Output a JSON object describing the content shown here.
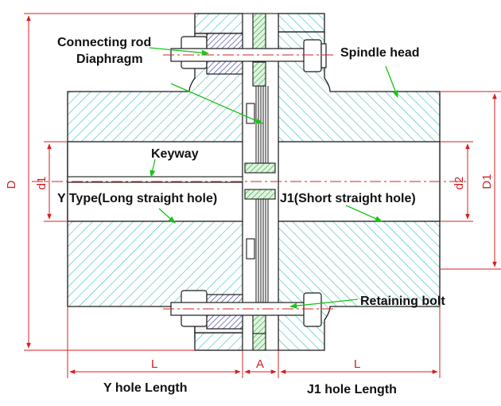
{
  "labels": {
    "connecting_rod": "Connecting rod",
    "diaphragm": "Diaphragm",
    "spindle_head": "Spindle head",
    "keyway": "Keyway",
    "y_type": "Y Type(Long straight hole)",
    "j1_type": "J1(Short straight hole)",
    "retaining_bolt": "Retaining bolt",
    "y_hole_length": "Y hole Length",
    "j1_hole_length": "J1 hole Length"
  },
  "dimensions": {
    "D": "D",
    "D1": "D1",
    "d1": "d1",
    "d2": "d2",
    "L_left": "L",
    "A": "A",
    "L_right": "L"
  },
  "colors": {
    "outline": "#1a1a1a",
    "hatch_teal": "#2fb4b4",
    "hatch_blue": "#3a3aa0",
    "hatch_green": "#2e9a3a",
    "flange_fill": "#f4f4f4",
    "dim_red": "#d42020",
    "leader_green": "#19c419"
  }
}
